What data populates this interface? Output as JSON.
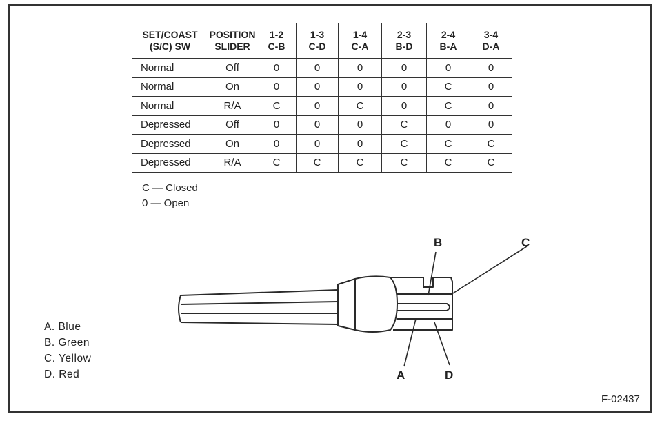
{
  "table": {
    "headers": [
      [
        "SET/COAST",
        "(S/C) SW"
      ],
      [
        "POSITION",
        "SLIDER"
      ],
      [
        "1-2",
        "C-B"
      ],
      [
        "1-3",
        "C-D"
      ],
      [
        "1-4",
        "C-A"
      ],
      [
        "2-3",
        "B-D"
      ],
      [
        "2-4",
        "B-A"
      ],
      [
        "3-4",
        "D-A"
      ]
    ],
    "rows": [
      [
        "Normal",
        "Off",
        "0",
        "0",
        "0",
        "0",
        "0",
        "0"
      ],
      [
        "Normal",
        "On",
        "0",
        "0",
        "0",
        "0",
        "C",
        "0"
      ],
      [
        "Normal",
        "R/A",
        "C",
        "0",
        "C",
        "0",
        "C",
        "0"
      ],
      [
        "Depressed",
        "Off",
        "0",
        "0",
        "0",
        "C",
        "0",
        "0"
      ],
      [
        "Depressed",
        "On",
        "0",
        "0",
        "0",
        "C",
        "C",
        "C"
      ],
      [
        "Depressed",
        "R/A",
        "C",
        "C",
        "C",
        "C",
        "C",
        "C"
      ]
    ]
  },
  "state_legend": [
    "C — Closed",
    "0 — Open"
  ],
  "wire_legend": [
    "A.  Blue",
    "B.  Green",
    "C.  Yellow",
    "D.  Red"
  ],
  "callouts": {
    "a": "A",
    "b": "B",
    "c": "C",
    "d": "D"
  },
  "figure_id": "F-02437"
}
